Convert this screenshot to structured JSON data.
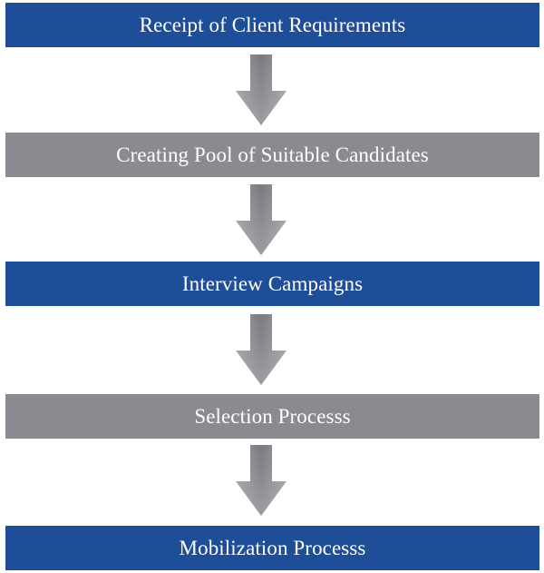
{
  "flowchart": {
    "steps": [
      {
        "label": "Receipt of Client Requirements",
        "color": "#1f4e99"
      },
      {
        "label": "Creating Pool of Suitable Candidates",
        "color": "#898b90"
      },
      {
        "label": "Interview Campaigns",
        "color": "#1f4e99"
      },
      {
        "label": "Selection Processs",
        "color": "#898b90"
      },
      {
        "label": "Mobilization Processs",
        "color": "#1f4e99"
      }
    ],
    "arrow_icon": "arrow-down-icon",
    "arrow_color": "#7a7b7f"
  }
}
